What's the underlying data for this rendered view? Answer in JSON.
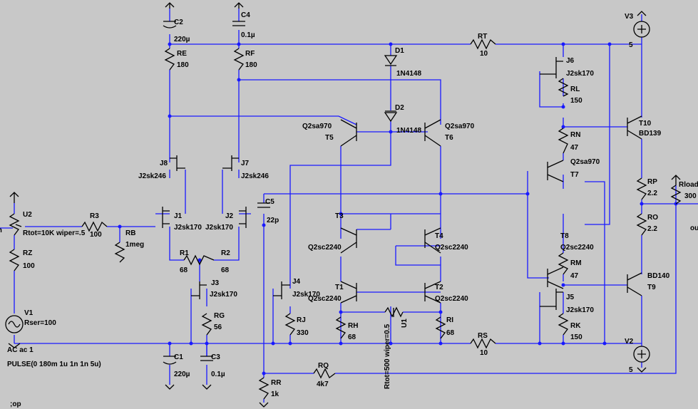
{
  "schematic": {
    "background": "#c8c8c8",
    "wire_color": "#1a1aff",
    "component_color": "#000000",
    "labels": {
      "C2": "C2",
      "C2v": "220µ",
      "C4": "C4",
      "C4v": "0.1µ",
      "RE": "RE",
      "REv": "180",
      "RF": "RF",
      "RFv": "180",
      "D1": "D1",
      "D1v": "1N4148",
      "D2": "D2",
      "D2v": "1N4148",
      "RT": "RT",
      "RTv": "10",
      "V3": "V3",
      "V3v": "5",
      "J6": "J6",
      "J6v": "J2sk170",
      "RL": "RL",
      "RLv": "150",
      "RN": "RN",
      "RNv": "47",
      "T10": "T10",
      "T10v": "BD139",
      "T7m": "Q2sa970",
      "T7": "T7",
      "T5m": "Q2sa970",
      "T5": "T5",
      "T6m": "Q2sa970",
      "T6": "T6",
      "J8": "J8",
      "J8v": "J2sk246",
      "J7": "J7",
      "J7v": "J2sk246",
      "J1": "J1",
      "J1v": "J2sk170",
      "J2": "J2",
      "J2v": "J2sk170",
      "C5": "C5",
      "C5v": "22p",
      "U2": "U2",
      "U2v": "Rtot=10K wiper=.5",
      "R3": "R3",
      "R3v": "100",
      "RB": "RB",
      "RBv": "1meg",
      "RZ": "RZ",
      "RZv": "100",
      "RP": "RP",
      "RPv": "2.2",
      "RO": "RO",
      "ROv": "2.2",
      "Rload": "Rload",
      "Rloadv": "300",
      "out": "out",
      "in": "in",
      "T3": "T3",
      "T3m": "Q2sc2240",
      "T4": "T4",
      "T4m": "Q2sc2240",
      "T8": "T8",
      "T8m": "Q2sc2240",
      "R1": "R1",
      "R1v": "68",
      "R2": "R2",
      "R2v": "68",
      "J3": "J3",
      "J3v": "J2sk170",
      "J4": "J4",
      "J4v": "J2sk170",
      "RM": "RM",
      "RMv": "47",
      "BD140": "BD140",
      "T9": "T9",
      "T1": "T1",
      "T1m": "Q2sc2240",
      "T2": "T2",
      "T2m": "Q2sc2240",
      "J5": "J5",
      "J5v": "J2sk170",
      "RG": "RG",
      "RGv": "56",
      "RJ": "RJ",
      "RJv": "330",
      "U1": "U1",
      "U1v": "Rtot=500 wiper=0.5",
      "RH": "RH",
      "RHv": "68",
      "RI": "RI",
      "RIv": "68",
      "RK": "RK",
      "RKv": "150",
      "V1": "V1",
      "V1v": "Rser=100",
      "V1ac": "AC ac 1",
      "V1pulse": "PULSE(0 180m 1u 1n 1n 5u)",
      "RS": "RS",
      "RSv": "10",
      "V2": "V2",
      "V2v": "5",
      "C1": "C1",
      "C1v": "220µ",
      "C3": "C3",
      "C3v": "0.1µ",
      "RQ": "RQ",
      "RQv": "4k7",
      "RR": "RR",
      "RRv": "1k",
      "directive": ";op"
    }
  }
}
